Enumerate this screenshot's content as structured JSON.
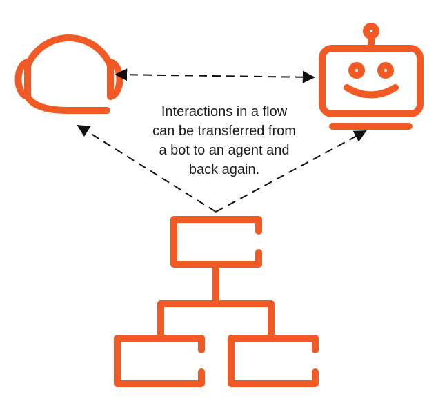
{
  "colors": {
    "accent": "#f15a24",
    "arrow": "#111111",
    "text": "#1a1a1a",
    "background": "#ffffff"
  },
  "caption": {
    "lines": [
      "Interactions in a flow",
      "can be transferred from",
      "a bot to an agent and",
      "back again."
    ]
  },
  "icons": {
    "agent": "headset-agent-icon",
    "bot": "robot-bot-icon",
    "flow": "flowchart-hierarchy-icon"
  }
}
